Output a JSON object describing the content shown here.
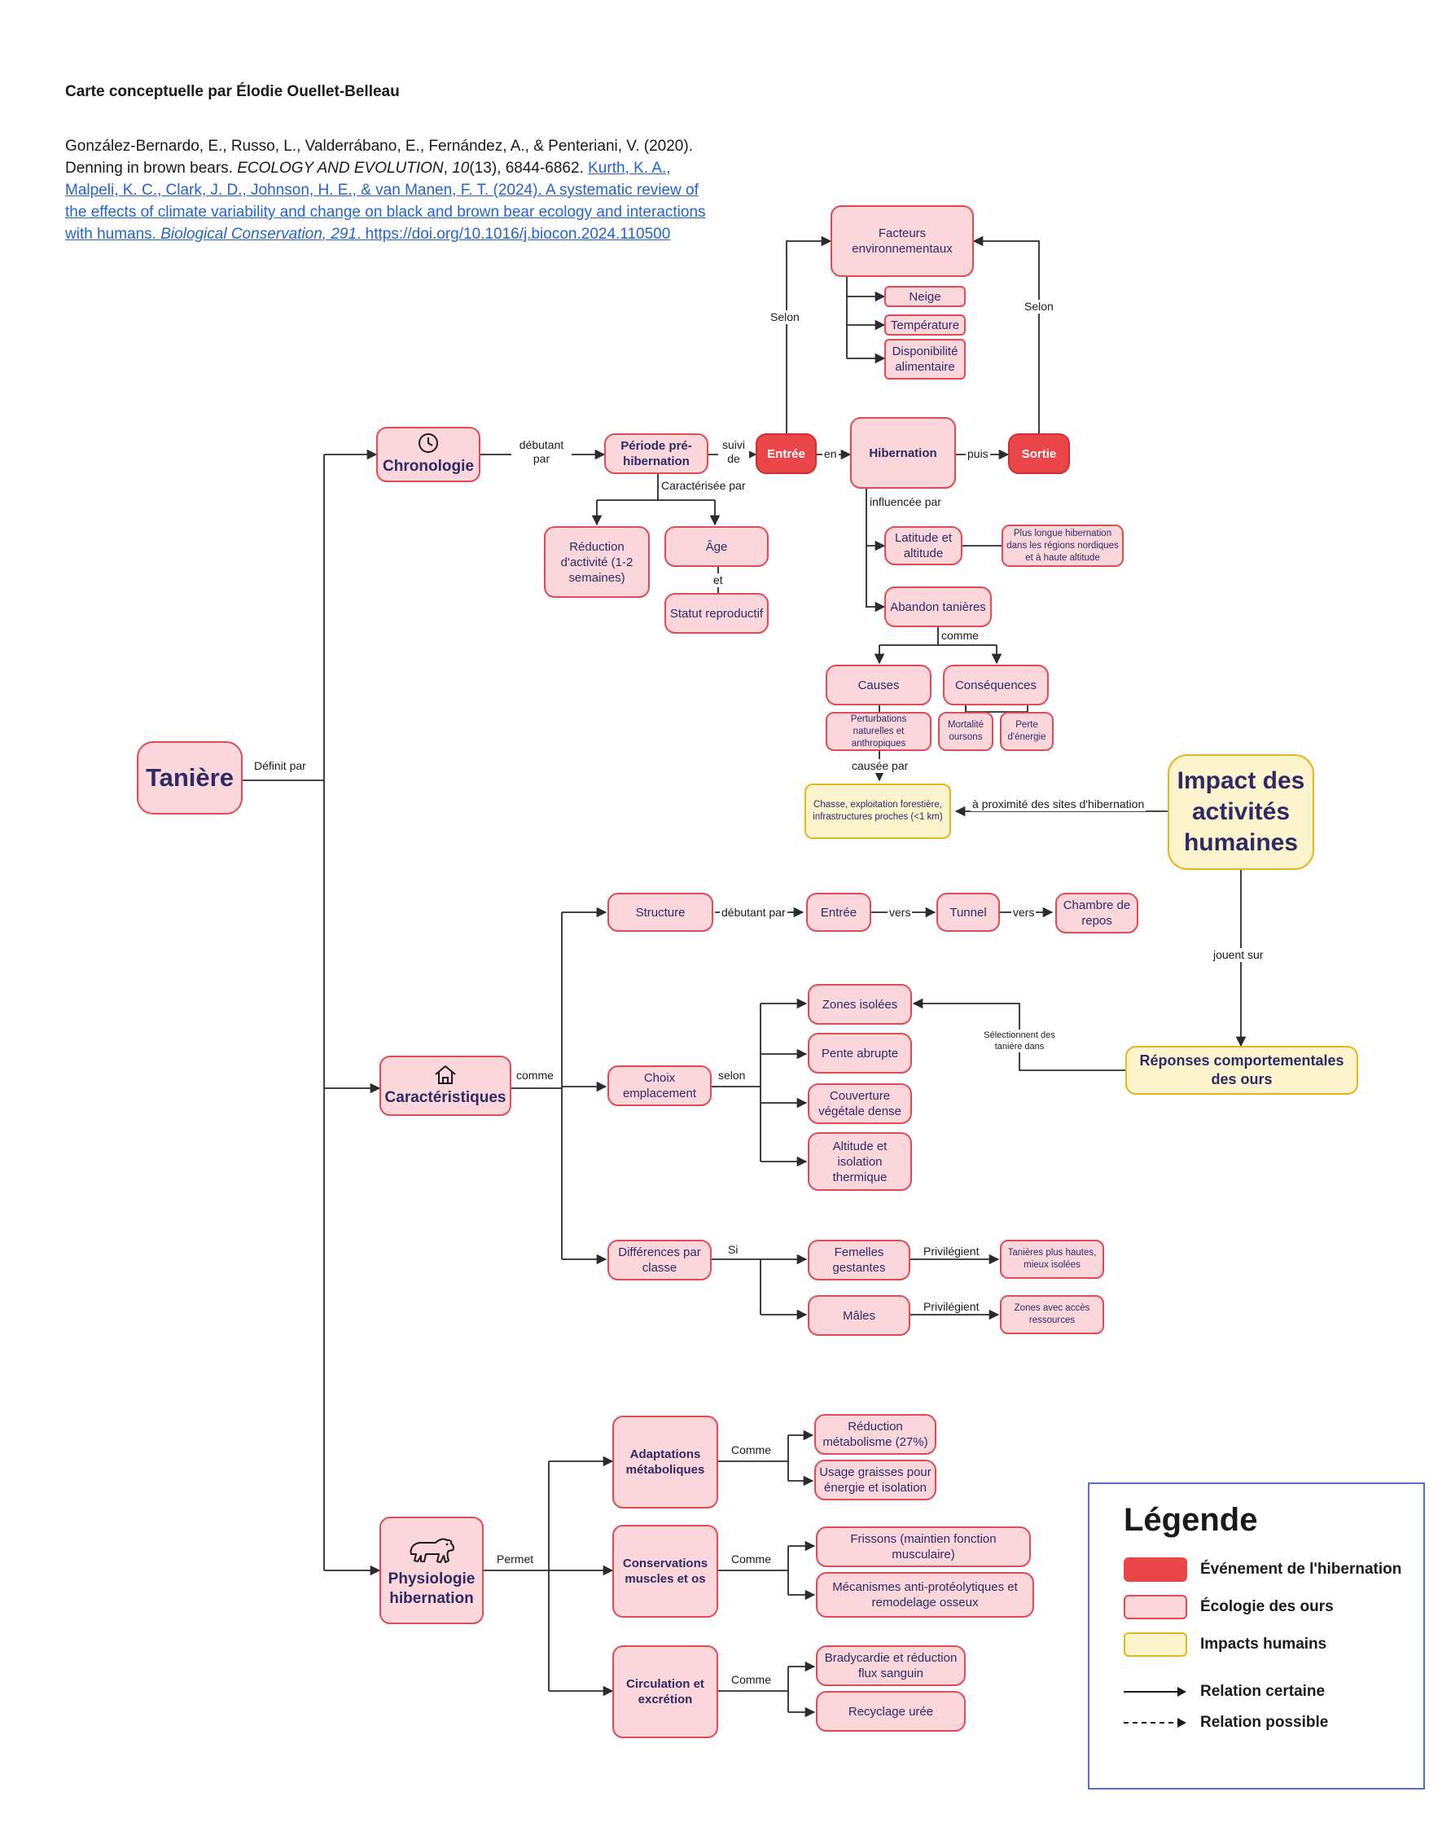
{
  "header": {
    "title": "Carte conceptuelle par Élodie Ouellet-Belleau",
    "citation1_plain": "González-Bernardo, E., Russo, L., Valderrábano, E., Fernández, A., & Penteriani, V. (2020). Denning in brown bears. ",
    "citation1_journal": "ECOLOGY AND EVOLUTION",
    "citation1_sep": ", ",
    "citation1_volume": "10",
    "citation1_rest": "(13), 6844-6862. ",
    "citation2_text": "Kurth, K. A., Malpeli, K. C., Clark, J. D., Johnson, H. E., & van Manen, F. T. (2024). A systematic review of the effects of climate variability and change on black and brown bear ecology and interactions with humans. ",
    "citation2_journal": "Biological Conservation",
    "citation2_volume": ", 291",
    "citation2_end": ". ",
    "citation2_doi": "https://doi.org/10.1016/j.biocon.2024.110500"
  },
  "nodes": {
    "taniere": "Tanière",
    "chronologie": "Chronologie",
    "pre_hibernation": "Période pré-hibernation",
    "entree": "Entrée",
    "hibernation": "Hibernation",
    "sortie": "Sortie",
    "facteurs_env": "Facteurs environnementaux",
    "neige": "Neige",
    "temperature": "Température",
    "disponibilite": "Disponibilité alimentaire",
    "reduction_activite": "Réduction d'activité (1-2 semaines)",
    "age": "Âge",
    "statut": "Statut reproductif",
    "latitude": "Latitude et altitude",
    "plus_longue": "Plus longue hibernation dans les régions nordiques et à haute altitude",
    "abandon": "Abandon tanières",
    "causes": "Causes",
    "consequences": "Conséquences",
    "perturbations": "Perturbations naturelles et anthropiques",
    "mortalite": "Mortalité oursons",
    "perte_energie": "Perte d'énergie",
    "chasse": "Chasse, exploitation forestière, infrastructures proches (<1 km)",
    "impact": "Impact des activités humaines",
    "caracteristiques": "Caractéristiques",
    "structure": "Structure",
    "entree2": "Entrée",
    "tunnel": "Tunnel",
    "chambre": "Chambre de repos",
    "choix": "Choix emplacement",
    "zones_isolees": "Zones isolées",
    "pente": "Pente abrupte",
    "couverture": "Couverture végétale dense",
    "altitude_iso": "Altitude et isolation thermique",
    "differences": "Différences par classe",
    "femelles": "Femelles gestantes",
    "males": "Mâles",
    "tanieres_hautes": "Tanières plus hautes, mieux isolées",
    "zones_acces": "Zones avec accès ressources",
    "reponses": "Réponses comportementales des ours",
    "physiologie": "Physiologie hibernation",
    "adaptations": "Adaptations métaboliques",
    "conservations": "Conservations muscles et os",
    "circulation": "Circulation et excrétion",
    "reduction_metab": "Réduction métabolisme (27%)",
    "usage_graisses": "Usage graisses pour énergie et isolation",
    "frissons": "Frissons (maintien fonction musculaire)",
    "mecanismes": "Mécanismes anti-protéolytiques et remodelage osseux",
    "bradycardie": "Bradycardie et réduction flux sanguin",
    "recyclage": "Recyclage urée"
  },
  "labels": {
    "definit_par": "Définit par",
    "debutant_par": "débutant par",
    "suivi_de": "suivi de",
    "en": "en",
    "puis": "puis",
    "selon_left": "Selon",
    "selon_right": "Selon",
    "caracterisee_par": "Caractérisée par",
    "et": "et",
    "influencee_par": "influencée par",
    "comme_abandon": "comme",
    "causee_par": "causée par",
    "a_proximite": "à proximité des sites d'hibernation",
    "jouent_sur": "jouent sur",
    "comme_carac": "comme",
    "debutant_par2": "débutant par",
    "vers1": "vers",
    "vers2": "vers",
    "selon_choix": "selon",
    "selectionnent": "Sélectionnent des tanière dans",
    "si": "Si",
    "privilegient1": "Privilégient",
    "privilegient2": "Privilégient",
    "permet": "Permet",
    "comme_adapt": "Comme",
    "comme_cons": "Comme",
    "comme_circ": "Comme"
  },
  "icons": {
    "chronologie": "clock-icon",
    "caracteristiques": "house-icon",
    "physiologie": "bear-icon"
  },
  "legend": {
    "title": "Légende",
    "event": "Événement de l'hibernation",
    "ecology": "Écologie des ours",
    "human": "Impacts humains",
    "certain": "Relation certaine",
    "possible": "Relation possible"
  },
  "colors": {
    "event_fill": "#ea4549",
    "ecology_fill": "#fbd6da",
    "ecology_border": "#e24b55",
    "human_fill": "#fdf3cc",
    "human_border": "#e9b51c",
    "node_text": "#2f2a66",
    "link": "#2463d1"
  }
}
